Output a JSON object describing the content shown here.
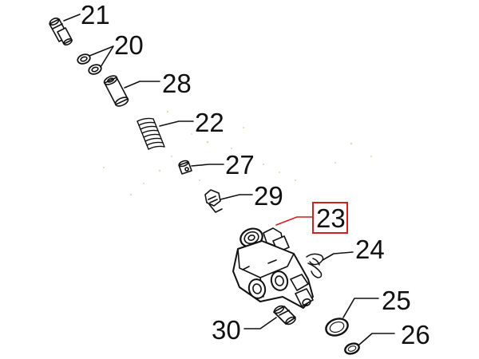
{
  "diagram": {
    "parts": [
      {
        "id": "21",
        "label": "21"
      },
      {
        "id": "20",
        "label": "20"
      },
      {
        "id": "28",
        "label": "28"
      },
      {
        "id": "22",
        "label": "22"
      },
      {
        "id": "27",
        "label": "27"
      },
      {
        "id": "29",
        "label": "29"
      },
      {
        "id": "23",
        "label": "23",
        "highlighted": true
      },
      {
        "id": "24",
        "label": "24"
      },
      {
        "id": "25",
        "label": "25"
      },
      {
        "id": "26",
        "label": "26"
      },
      {
        "id": "30",
        "label": "30"
      }
    ],
    "highlight_color": "#d21f1f",
    "line_color": "#111111"
  }
}
